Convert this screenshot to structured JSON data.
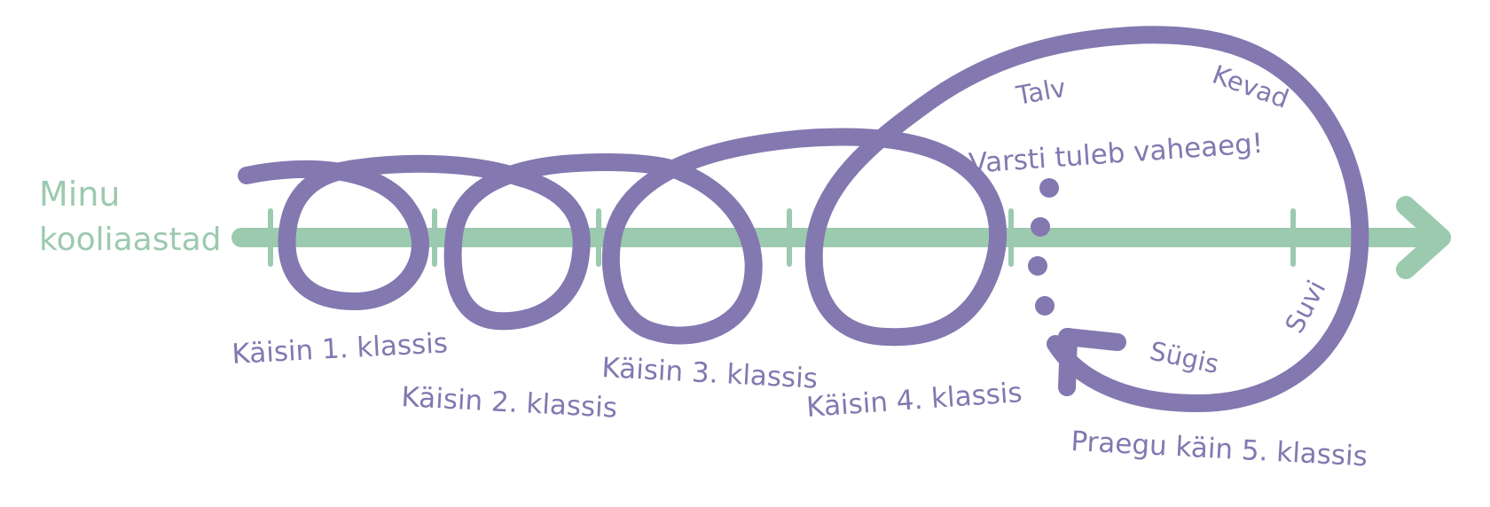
{
  "title": {
    "line1": "Minu",
    "line2": "kooliaastad"
  },
  "grades": [
    "Käisin 1. klassis",
    "Käisin 2. klassis",
    "Käisin 3. klassis",
    "Käisin 4. klassis"
  ],
  "current": "Praegu käin 5. klassis",
  "seasons": {
    "winter": "Talv",
    "spring": "Kevad",
    "summer": "Suvi",
    "autumn": "Sügis"
  },
  "note": "Varsti tuleb vaheaeg!",
  "colors": {
    "timeline": "#9ccaaf",
    "loops": "#8478b0",
    "background": "#ffffff"
  }
}
